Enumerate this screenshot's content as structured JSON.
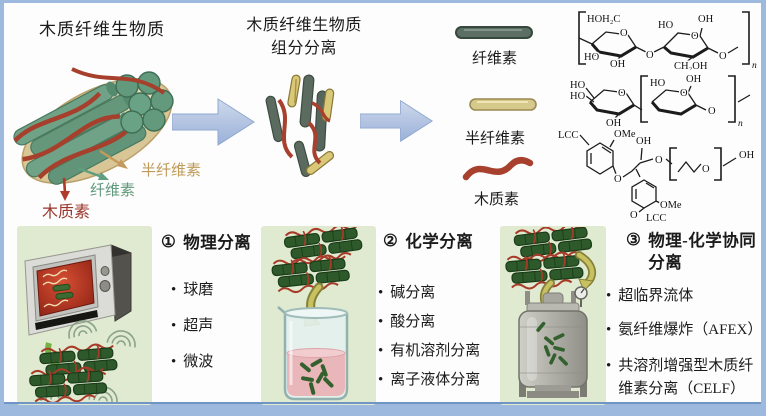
{
  "ui": {
    "bullet": "•"
  },
  "colors": {
    "frame_blue": "#9db9de",
    "frame_accent": "#6f95c5",
    "panel_green": "#dfead1",
    "arrow_blue": "#aec1e0",
    "cellulose_rod": "#5c6f64",
    "hemicellulose_rod": "#d6c98c",
    "lignin_red": "#a8402e",
    "hemicellulose_label": "#bf9a58",
    "cellulose_label": "#61997c",
    "lignin_label": "#9c352b"
  },
  "top": {
    "source": {
      "title": "木质纤维生物质",
      "component_labels": {
        "hemicellulose": "半纤维素",
        "cellulose": "纤维素",
        "lignin": "木质素"
      }
    },
    "separation": {
      "title_line1": "木质纤维生物质",
      "title_line2": "组分分离"
    },
    "legend": [
      {
        "name": "纤维素"
      },
      {
        "name": "半纤维素"
      },
      {
        "name": "木质素"
      }
    ],
    "structures": {
      "cellulose": {
        "labels": [
          "HOH₂C",
          "HO",
          "OH",
          "O",
          "O",
          "HO",
          "OH",
          "O",
          "CH₂OH",
          "O",
          "n"
        ]
      },
      "hemicellulose": {
        "labels": [
          "HO",
          "HO",
          "O",
          "OH",
          "HO",
          "OH",
          "O",
          "O",
          "n"
        ]
      },
      "lignin": {
        "labels": [
          "LCC",
          "OMe",
          "OH",
          "O",
          "O",
          "O",
          "OH",
          "OMe",
          "O",
          "LCC"
        ]
      }
    }
  },
  "methods": [
    {
      "number": "①",
      "title": "物理分离",
      "items": [
        "球磨",
        "超声",
        "微波"
      ]
    },
    {
      "number": "②",
      "title": "化学分离",
      "items": [
        "碱分离",
        "酸分离",
        "有机溶剂分离",
        "离子液体分离"
      ]
    },
    {
      "number": "③",
      "title": "物理-化学协同分离",
      "items": [
        "超临界流体",
        "氨纤维爆炸（AFEX）",
        "共溶剂增强型木质纤维素分离（CELF）"
      ]
    }
  ]
}
